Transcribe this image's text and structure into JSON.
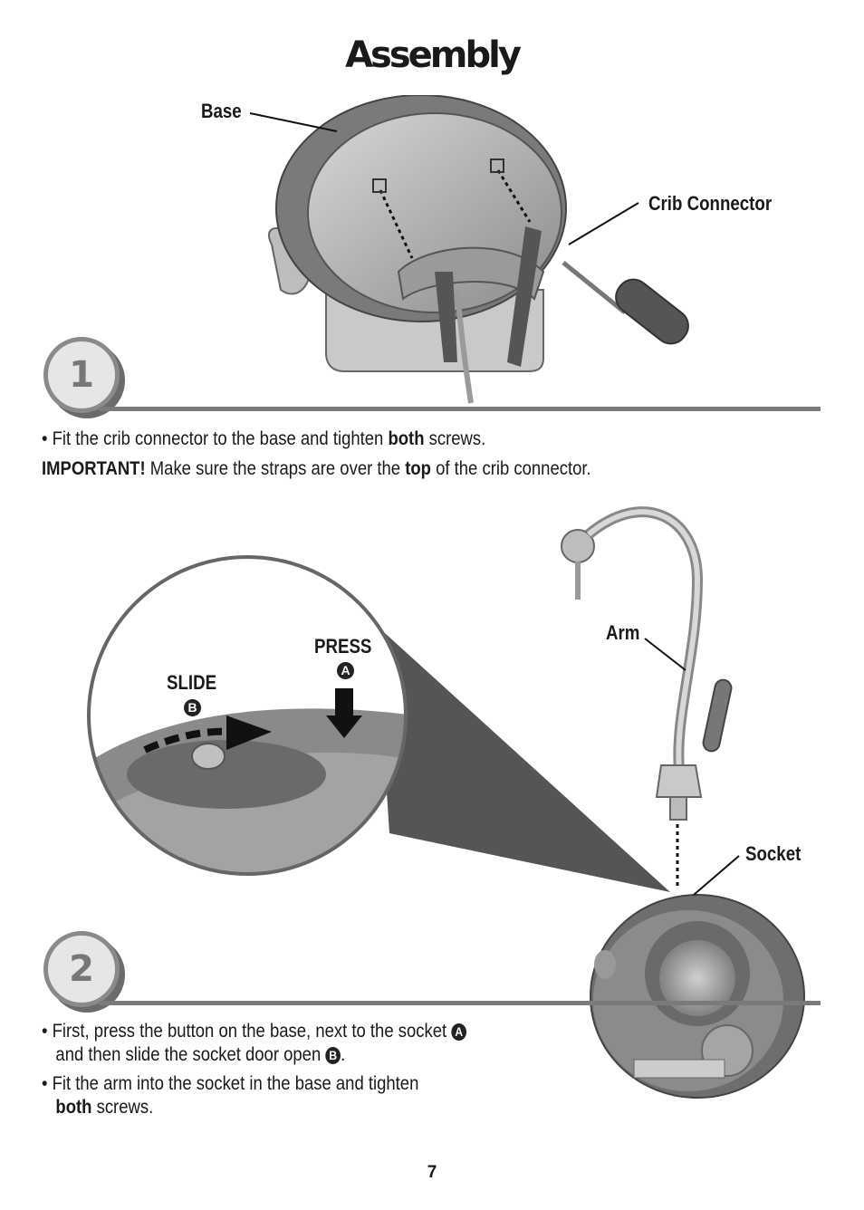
{
  "title": "Assembly",
  "step1": {
    "number": "1",
    "labels": {
      "base": "Base",
      "crib_connector": "Crib Connector"
    },
    "bullet": {
      "before": "Fit the crib connector to the base and tighten ",
      "bold": "both",
      "after": " screws."
    },
    "important": {
      "lead": "IMPORTANT!",
      "before": " Make sure the straps are over the ",
      "bold": "top",
      "after": " of the crib connector."
    }
  },
  "step2": {
    "number": "2",
    "labels": {
      "press": "PRESS",
      "press_badge": "A",
      "slide": "SLIDE",
      "slide_badge": "B",
      "arm": "Arm",
      "socket": "Socket"
    },
    "bullet1": {
      "line1": "First, press the button on the base, next to the socket ",
      "badge_a": "A",
      "line2": "and then slide the socket door open ",
      "badge_b": "B",
      "end": "."
    },
    "bullet2": {
      "line1": "Fit the arm into the socket in the base and tighten",
      "bold": "both",
      "after": " screws."
    }
  },
  "page_number": "7"
}
